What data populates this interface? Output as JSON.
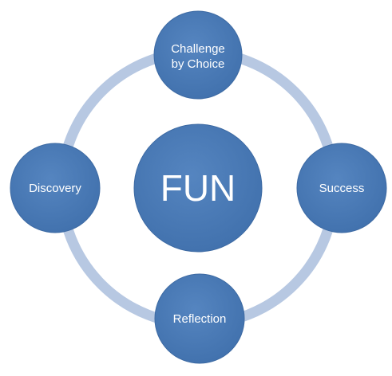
{
  "diagram": {
    "center": {
      "label": "FUN"
    },
    "nodes": {
      "top": {
        "line1": "Challenge",
        "line2": "by Choice"
      },
      "right": {
        "label": "Success"
      },
      "bottom": {
        "label": "Reflection"
      },
      "left": {
        "label": "Discovery"
      }
    },
    "colors": {
      "node_fill": "#4a7ab5",
      "node_stroke": "#3d6aa3",
      "ring": "#b7c8e2",
      "text": "#ffffff"
    }
  }
}
